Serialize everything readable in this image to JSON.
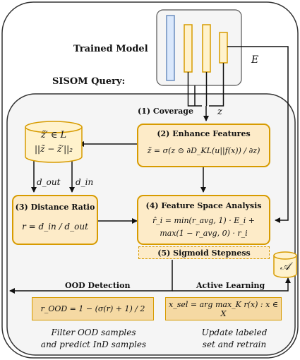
{
  "title_trained_model": "Trained Model",
  "title_sisom_query": "SISOM Query:",
  "label_E": "E",
  "label_coverage": "(1) Coverage",
  "label_z": "z",
  "db_top_formula": "z̃′ ∈ L",
  "db_bottom_formula": "||z̃ − z̃′||₂",
  "label_d_out": "d_out",
  "label_d_in": "d_in",
  "enhance": {
    "title": "(2) Enhance Features",
    "formula": "z̃ = σ(z ⊙ ∂D_KL(u||f(x)) / ∂z)"
  },
  "distance": {
    "title": "(3) Distance Ratio",
    "formula": "r = d_in / d_out"
  },
  "feature_space": {
    "title": "(4) Feature Space Analysis",
    "formula_line1": "r̂_i = min(r_avg, 1) · E_i +",
    "formula_line2": "max(1 − r_avg, 0) · r_i"
  },
  "sigmoid": {
    "title": "(5) Sigmoid Stepness"
  },
  "label_A": "𝒜",
  "ood": {
    "label": "OOD Detection",
    "formula": "r_OOD = 1 − (σ(r) + 1) / 2",
    "caption_line1": "Filter OOD samples",
    "caption_line2": "and predict InD samples"
  },
  "active": {
    "label": "Active Learning",
    "formula": "x_sel = arg max_K r(x) : x ∈ X",
    "caption_line1": "Update labeled",
    "caption_line2": "set and retrain"
  },
  "colors": {
    "orange_border": "#d79b00",
    "orange_fill": "#fdebc8",
    "result_fill": "#f5d9a3",
    "db_fill": "#fff2cc",
    "layer_blue_fill": "#dae8fc",
    "layer_blue_border": "#6c8ebf",
    "frame_fill": "#f5f5f5"
  }
}
